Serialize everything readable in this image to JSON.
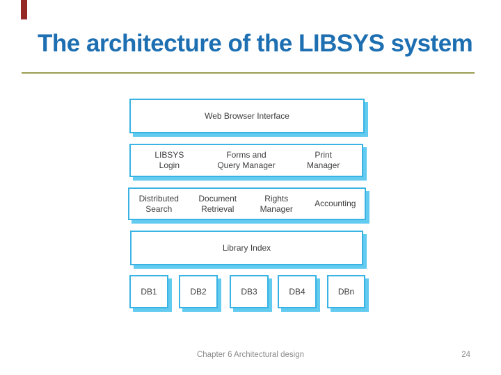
{
  "slide": {
    "title": "The architecture of the LIBSYS system",
    "footer": {
      "chapter": "Chapter 6 Architectural design",
      "page_number": "24"
    }
  },
  "colors": {
    "title_blue": "#1d6fb2",
    "separator_olive": "#9c9c52",
    "accent_maroon": "#942a28",
    "box_border_cyan": "#38b3e3",
    "box_shadow_cyan": "#63cbf0",
    "box_text_gray": "#3d3d3d",
    "footer_gray": "#8b8b8b"
  },
  "diagram": {
    "rows": [
      {
        "name": "web-browser-interface",
        "cells": [
          {
            "label": "Web Browser Interface"
          }
        ]
      },
      {
        "name": "session-services",
        "cells": [
          {
            "label": "LIBSYS\nLogin"
          },
          {
            "label": "Forms and\nQuery Manager"
          },
          {
            "label": "Print\nManager"
          }
        ]
      },
      {
        "name": "managers",
        "cells": [
          {
            "label": "Distributed\nSearch"
          },
          {
            "label": "Document\nRetrieval"
          },
          {
            "label": "Rights\nManager"
          },
          {
            "label": "Accounting"
          }
        ]
      },
      {
        "name": "library-index",
        "cells": [
          {
            "label": "Library Index"
          }
        ]
      },
      {
        "name": "databases",
        "cells": [
          {
            "label": "DB1"
          },
          {
            "label": "DB2"
          },
          {
            "label": "DB3"
          },
          {
            "label": "DB4"
          },
          {
            "label": "DBn"
          }
        ]
      }
    ]
  }
}
